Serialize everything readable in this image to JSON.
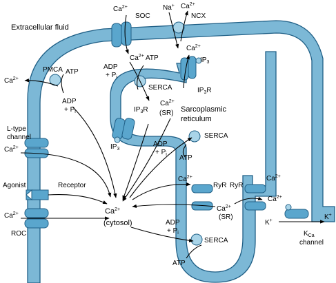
{
  "labels": {
    "extracellular": "Extracellular fluid",
    "soc": "SOC",
    "ncx": "NCX",
    "na_top": "Na",
    "na_sup": "+",
    "ca": "Ca",
    "ca_sup": "2+",
    "atp": "ATP",
    "adp": "ADP",
    "pi_plus": "+ P",
    "pi_sub": "i",
    "pmca": "PMCA",
    "serca": "SERCA",
    "ip3": "IP",
    "ip3_sub": "3",
    "ip3r_r": "R",
    "sr": "(SR)",
    "sarcoplasmic": "Sarcoplasmic",
    "reticulum": "reticulum",
    "l_type_1": "L-type",
    "l_type_2": "channel",
    "agonist": "Agonist",
    "receptor": "Receptor",
    "roc": "ROC",
    "cytosol": "(cytosol)",
    "ryr": "RyR",
    "k": "K",
    "k_sup": "+",
    "kca_k": "K",
    "kca_sub": "Ca",
    "kca_channel": "channel"
  }
}
